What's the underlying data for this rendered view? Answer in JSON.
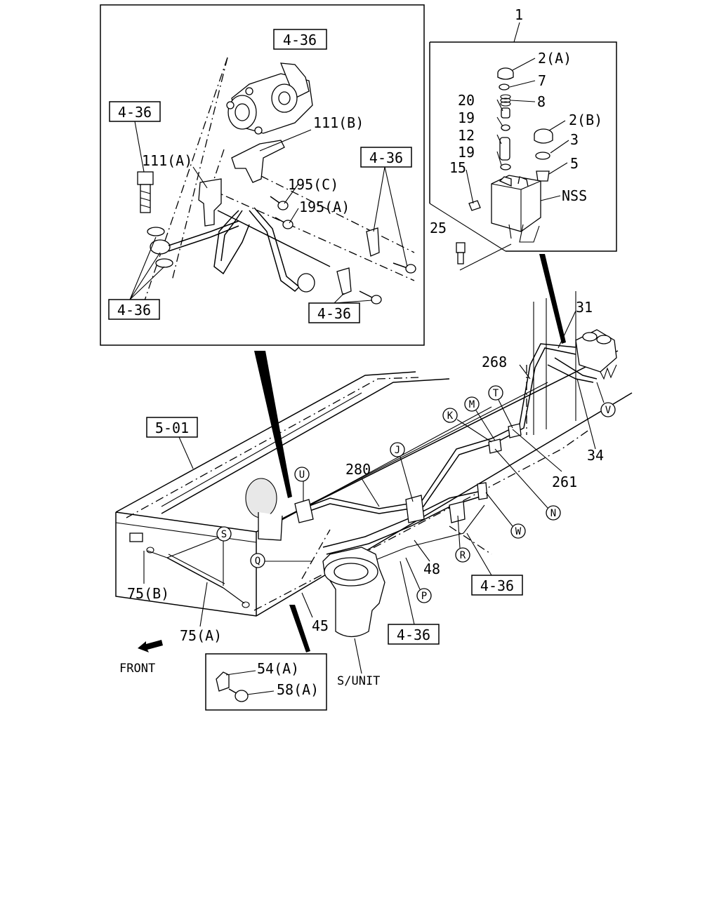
{
  "refs": {
    "ref_inset_top": "4-36",
    "ref_inset_left": "4-36",
    "ref_inset_right": "4-36",
    "ref_inset_bottom_left": "4-36",
    "ref_inset_bottom_right": "4-36",
    "ref_frame": "5-01",
    "ref_main_right": "4-36",
    "ref_main_bottom": "4-36"
  },
  "parts": {
    "p1": "1",
    "p2a": "2(A)",
    "p7": "7",
    "p8": "8",
    "p20": "20",
    "p19a": "19",
    "p12": "12",
    "p19b": "19",
    "p15": "15",
    "p2b": "2(B)",
    "p3": "3",
    "p5": "5",
    "pnss": "NSS",
    "p25": "25",
    "p111b": "111(B)",
    "p111a": "111(A)",
    "p195c": "195(C)",
    "p195a": "195(A)",
    "p31": "31",
    "p268": "268",
    "p34": "34",
    "p261": "261",
    "p280": "280",
    "p48": "48",
    "p75b": "75(B)",
    "p75a": "75(A)",
    "p45": "45",
    "p54a": "54(A)",
    "p58a": "58(A)",
    "psunit": "S/UNIT",
    "front": "FRONT"
  },
  "callouts": {
    "cK": "K",
    "cM": "M",
    "cT": "T",
    "cV": "V",
    "cJ": "J",
    "cU": "U",
    "cN": "N",
    "cW": "W",
    "cR": "R",
    "cS": "S",
    "cQ": "Q",
    "cP": "P"
  }
}
